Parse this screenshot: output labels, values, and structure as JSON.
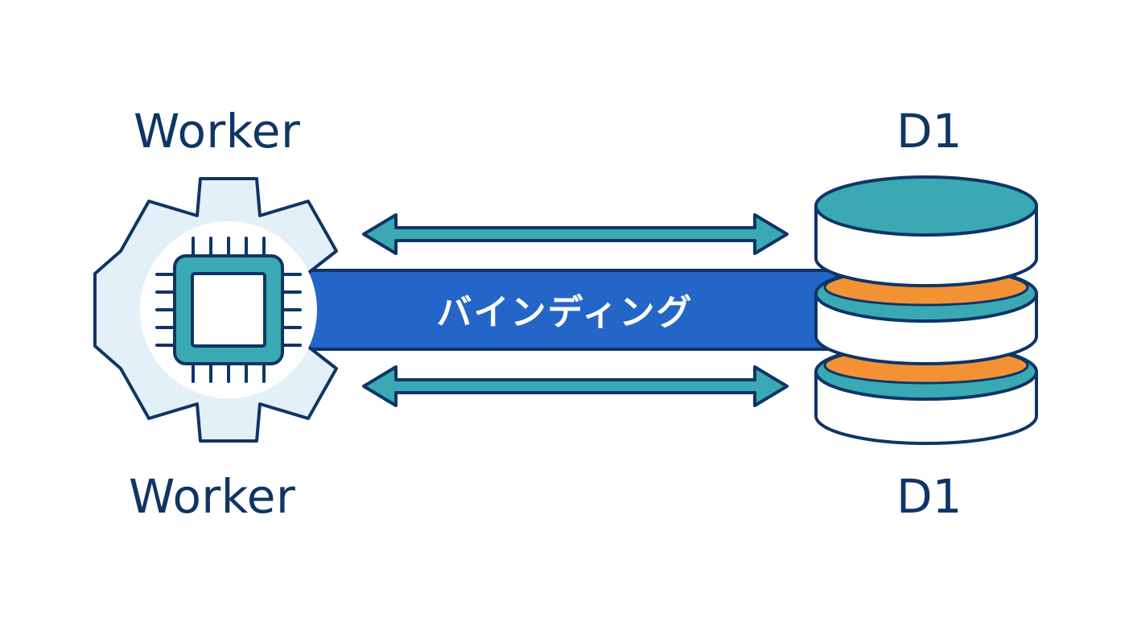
{
  "labels": {
    "worker_top": "Worker",
    "worker_bottom": "Worker",
    "d1_top": "D1",
    "d1_bottom": "D1"
  },
  "binding": {
    "label": "バインディング"
  },
  "icons": {
    "worker": "gear-chip-icon",
    "database": "database-stack-icon",
    "arrows": "double-arrow-icon"
  },
  "colors": {
    "navy": "#0f3566",
    "teal": "#3aa9b3",
    "blue_band": "#2465c8",
    "gear_fill": "#e4f0f7",
    "orange": "#f39234",
    "background": "#ffffff"
  }
}
